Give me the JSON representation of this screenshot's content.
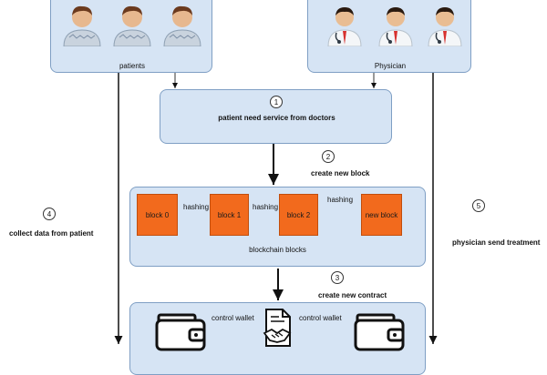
{
  "groups": {
    "patients_label": "patients",
    "physician_label": "Physician"
  },
  "steps": [
    {
      "number": "1",
      "text": "patient need service from doctors"
    },
    {
      "number": "2",
      "text": "create new block"
    },
    {
      "number": "3",
      "text": "create new contract"
    },
    {
      "number": "4",
      "text": "collect data from patient"
    },
    {
      "number": "5",
      "text": "physician send treatment"
    }
  ],
  "blockchain": {
    "title": "blockchain blocks",
    "blocks": [
      "block 0",
      "block 1",
      "block 2",
      "new block"
    ],
    "links": [
      "hashing",
      "hashing",
      "hashing"
    ]
  },
  "contract": {
    "left_link": "control wallet",
    "right_link": "control wallet"
  },
  "colors": {
    "panel": "#d6e4f4",
    "block": "#f26a1d"
  },
  "icons": {
    "patient": "patient-avatar-icon",
    "physician": "doctor-avatar-icon",
    "wallet": "wallet-icon",
    "contract": "handshake-contract-icon"
  }
}
